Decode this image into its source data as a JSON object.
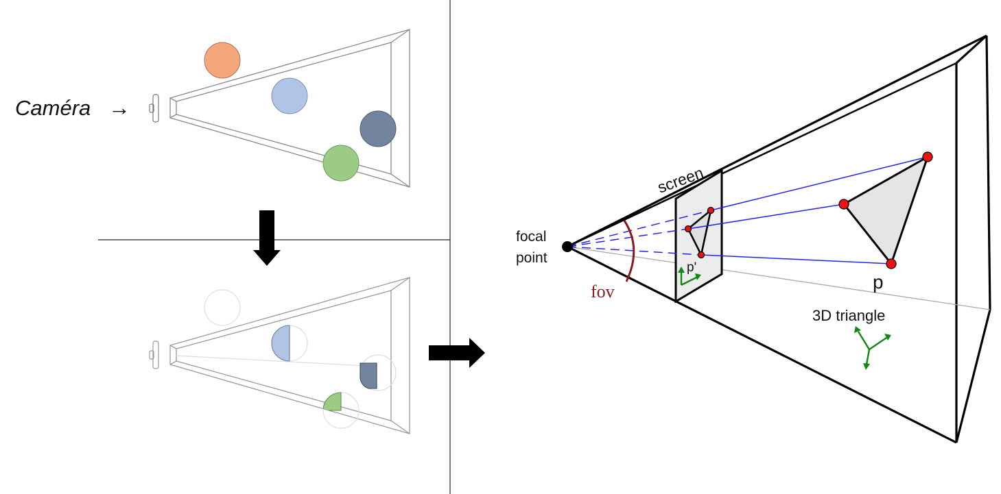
{
  "left_panel": {
    "camera_label": "Caméra",
    "camera_arrow": "→"
  },
  "right_panel": {
    "focal_label_line1": "focal",
    "focal_label_line2": "point",
    "screen_label": "screen",
    "fov_label": "fov",
    "p_prime_label": "p'",
    "p_label": "p",
    "triangle_label": "3D triangle"
  },
  "colors": {
    "orange_sphere": "#f4a77b",
    "light_blue_sphere": "#b0c4e6",
    "dark_blue_sphere": "#73849f",
    "green_sphere": "#9ccb85",
    "projection_lines": "#2222ee",
    "vertex_points": "#ee1111",
    "fov_arc": "#8b1a1a",
    "axes": "#118811"
  }
}
